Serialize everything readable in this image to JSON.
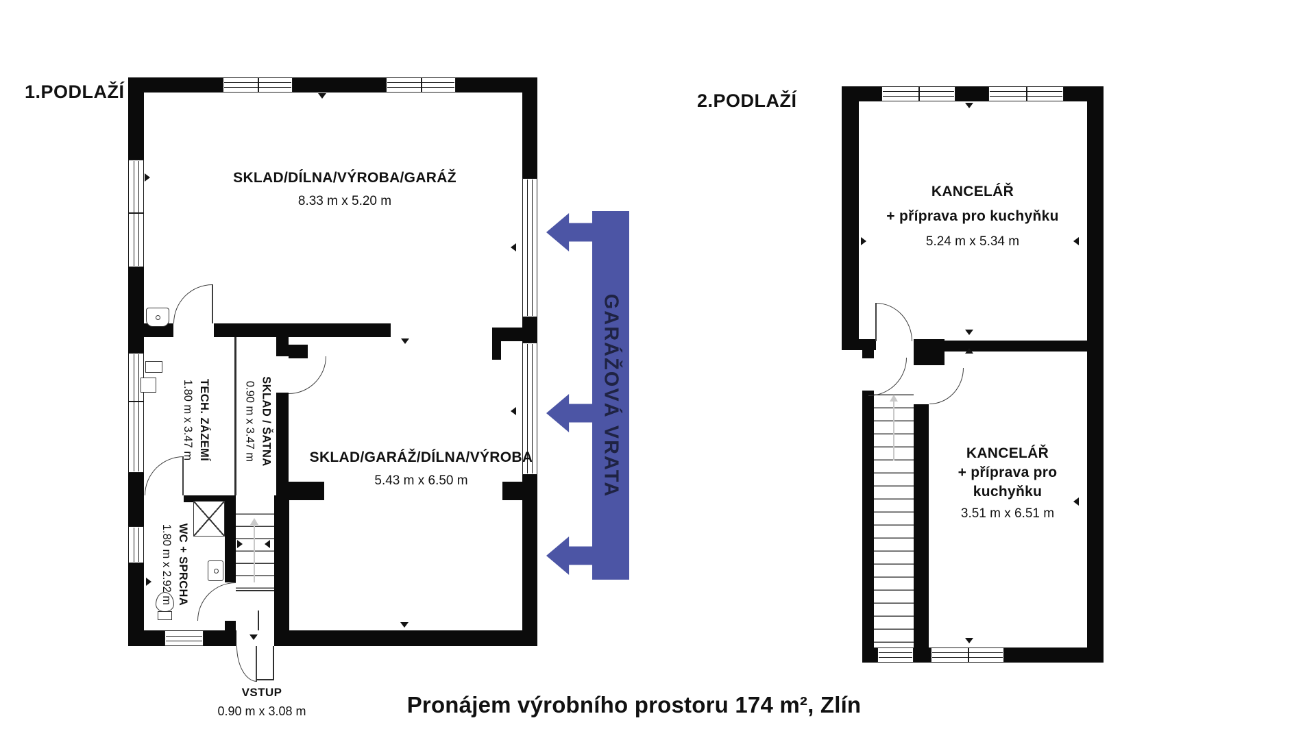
{
  "page": {
    "caption": "Pronájem výrobního prostoru 174 m², Zlín"
  },
  "floor1": {
    "title": "1.PODLAŽÍ",
    "rooms": {
      "top": {
        "name": "SKLAD/DÍLNA/VÝROBA/GARÁŽ",
        "dims": "8.33 m x 5.20 m"
      },
      "main": {
        "name": "SKLAD/GARÁŽ/DÍLNA/VÝROBA",
        "dims": "5.43 m x 6.50 m"
      },
      "tech": {
        "name": "TECH. ZÁZEMÍ",
        "dims": "1.80 m x 3.47 m"
      },
      "satna": {
        "name": "SKLAD / ŠATNA",
        "dims": "0.90 m x 3.47 m"
      },
      "wc": {
        "name": "WC + SPRCHA",
        "dims": "1.80 m x 2.92 m"
      }
    },
    "entrance": {
      "name": "VSTUP",
      "dims": "0.90 m x 3.08 m"
    }
  },
  "floor2": {
    "title": "2.PODLAŽÍ",
    "rooms": {
      "office_top": {
        "name_line1": "KANCELÁŘ",
        "name_line2": "+ příprava pro kuchyňku",
        "dims": "5.24 m x 5.34 m"
      },
      "office_bottom": {
        "name_line1": "KANCELÁŘ",
        "name_line2": "+ příprava pro",
        "name_line3": "kuchyňku",
        "dims": "3.51 m x 6.51 m"
      }
    }
  },
  "banner": {
    "label": "GARÁŽOVÁ VRATA",
    "color": "#4c55a5",
    "text_color": "#1f2343"
  },
  "colors": {
    "wall": "#0b0b0b",
    "stair_arrow_gray": "#c9c9c9",
    "background": "#ffffff"
  }
}
